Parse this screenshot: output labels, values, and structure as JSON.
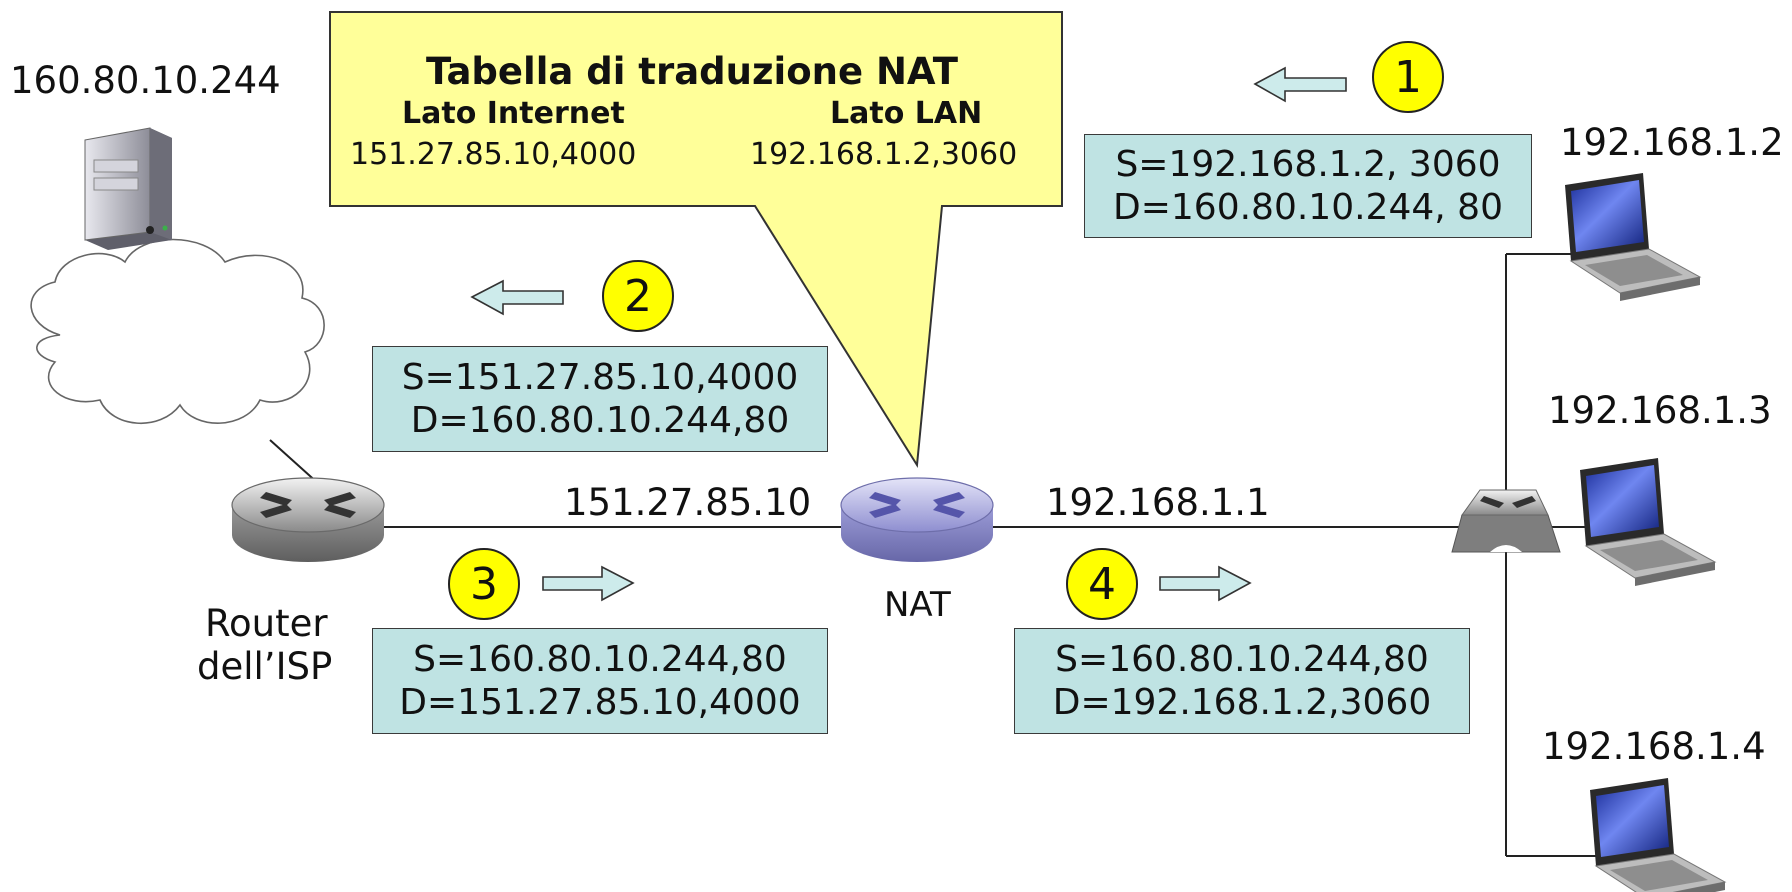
{
  "nat_table": {
    "title": "Tabella di traduzione NAT",
    "col_internet": "Lato Internet",
    "col_lan": "Lato LAN",
    "row_internet": "151.27.85.10,4000",
    "row_lan": "192.168.1.2,3060"
  },
  "hosts": {
    "server_ip": "160.80.10.244",
    "laptop1_ip": "192.168.1.2",
    "laptop2_ip": "192.168.1.3",
    "laptop3_ip": "192.168.1.4"
  },
  "routers": {
    "isp_label_line1": "Router",
    "isp_label_line2": "dell’ISP",
    "nat_label": "NAT",
    "nat_wan_ip": "151.27.85.10",
    "nat_lan_ip": "192.168.1.1"
  },
  "steps": [
    {
      "num": "1",
      "direction": "left",
      "src": "S=192.168.1.2, 3060",
      "dst": "D=160.80.10.244, 80"
    },
    {
      "num": "2",
      "direction": "left",
      "src": "S=151.27.85.10,4000",
      "dst": "D=160.80.10.244,80"
    },
    {
      "num": "3",
      "direction": "right",
      "src": "S=160.80.10.244,80",
      "dst": "D=151.27.85.10,4000"
    },
    {
      "num": "4",
      "direction": "right",
      "src": "S=160.80.10.244,80",
      "dst": "D=192.168.1.2,3060"
    }
  ],
  "colors": {
    "callout_fill": "#ffff99",
    "packet_box_fill": "#bfe3e3",
    "badge_fill": "#ffff00",
    "arrow_fill": "#cdebeb",
    "nat_router": "#9b9bd6",
    "isp_router": "#9a9a9a"
  }
}
